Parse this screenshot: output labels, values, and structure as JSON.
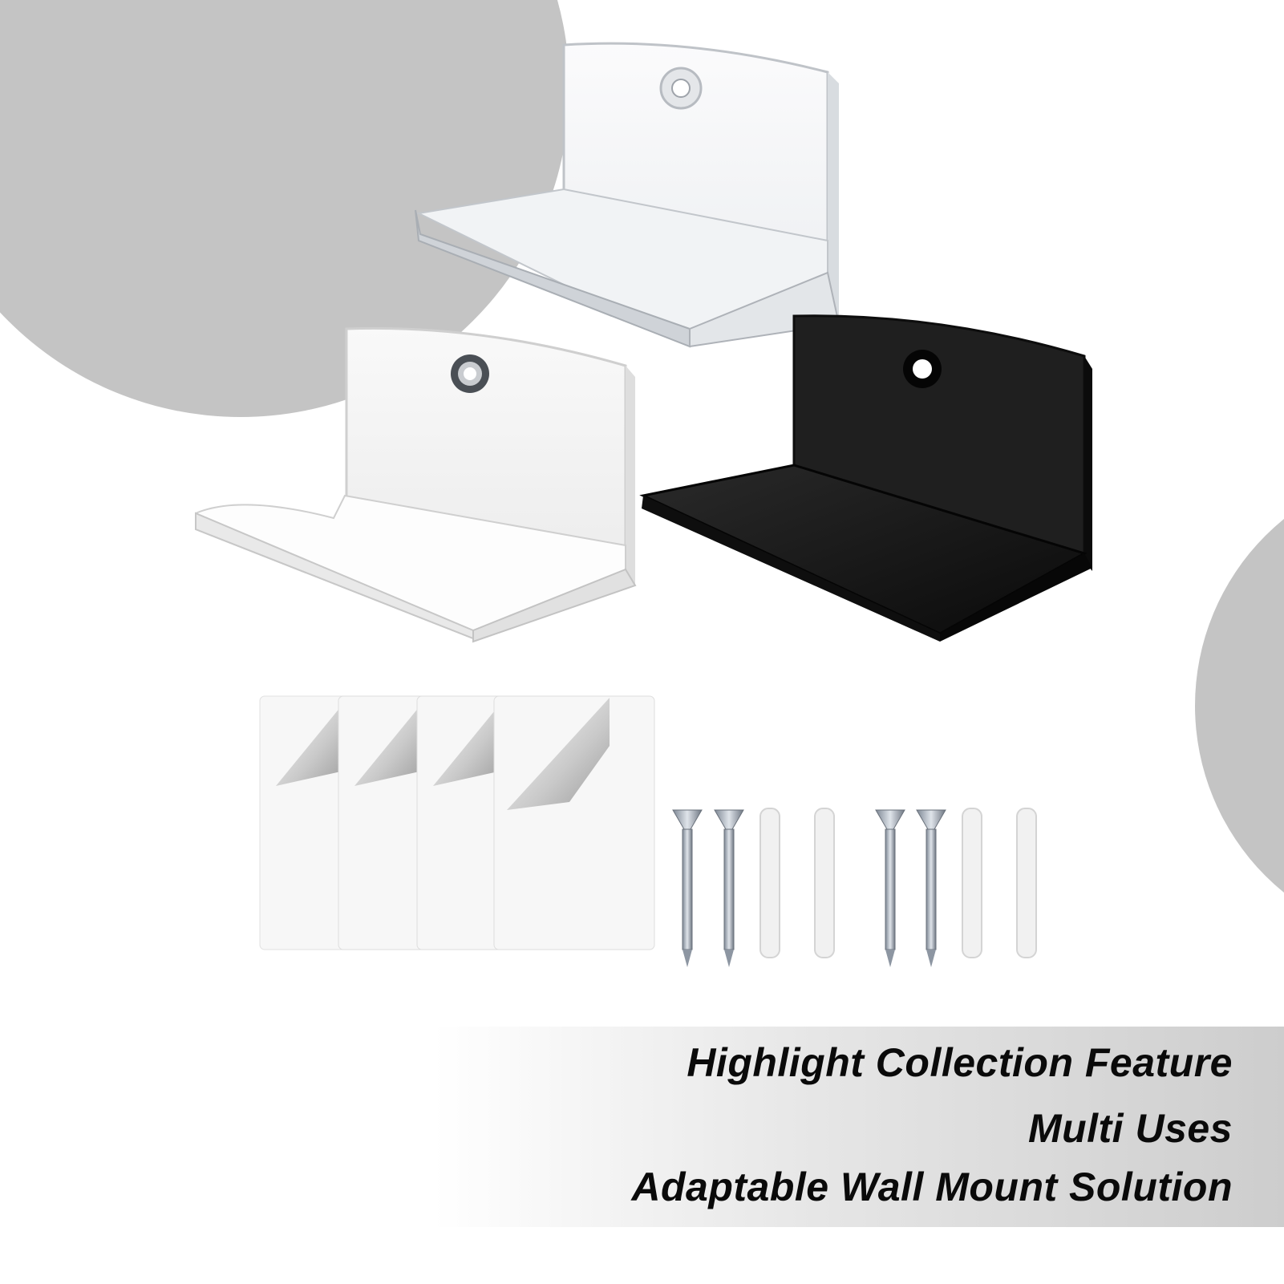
{
  "caption": {
    "line1": "Highlight Collection Feature",
    "line2": "Multi Uses",
    "line3": "Adaptable Wall Mount Solution"
  },
  "colors": {
    "background": "#ffffff",
    "decor_circle": "#c4c4c4",
    "text": "#0a0a0a",
    "clear_variant": "#eef0f3",
    "white_variant": "#f6f6f6",
    "black_variant": "#151515"
  },
  "products": {
    "shelf_variants": [
      "clear-shelf",
      "white-shelf",
      "black-shelf"
    ],
    "adhesive_pads": 4,
    "screws": 4,
    "wall_anchors": 4
  }
}
